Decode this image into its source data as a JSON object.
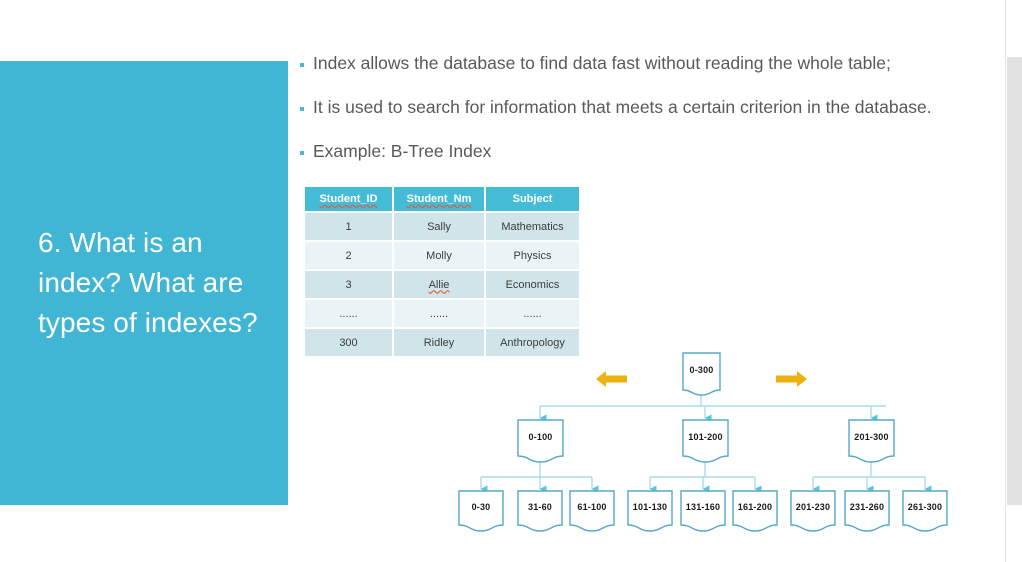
{
  "slide": {
    "title": "6. What is an index? What are types of indexes?",
    "accent_color": "#41b6d4",
    "bullets": [
      "Index allows the database to find data fast without reading the whole table;",
      "It is used to search for information that meets a certain criterion in the database.",
      "Example: B-Tree Index"
    ]
  },
  "table": {
    "headers": [
      "Student_ID",
      "Student_Nm",
      "Subject"
    ],
    "rows": [
      [
        "1",
        "Sally",
        "Mathematics"
      ],
      [
        "2",
        "Molly",
        "Physics"
      ],
      [
        "3",
        "Allie",
        "Economics"
      ],
      [
        "......",
        "......",
        "......"
      ],
      [
        "300",
        "Ridley",
        "Anthropology"
      ]
    ],
    "header_bg": "#45bcd6",
    "row_bg_odd": "#cfe5e9",
    "row_bg_even": "#eaf4f6"
  },
  "tree": {
    "line_color": "#7ecbe0",
    "node_border": "#56a8c4",
    "arrow_color": "#eeb111",
    "root": "0-300",
    "level2": [
      "0-100",
      "101-200",
      "201-300"
    ],
    "leaves": [
      "0-30",
      "31-60",
      "61-100",
      "101-130",
      "131-160",
      "161-200",
      "201-230",
      "231-260",
      "261-300"
    ],
    "arrow_left": "left-arrow",
    "arrow_right": "right-arrow"
  },
  "scrollbar": {
    "label": "vertical-scrollbar"
  }
}
